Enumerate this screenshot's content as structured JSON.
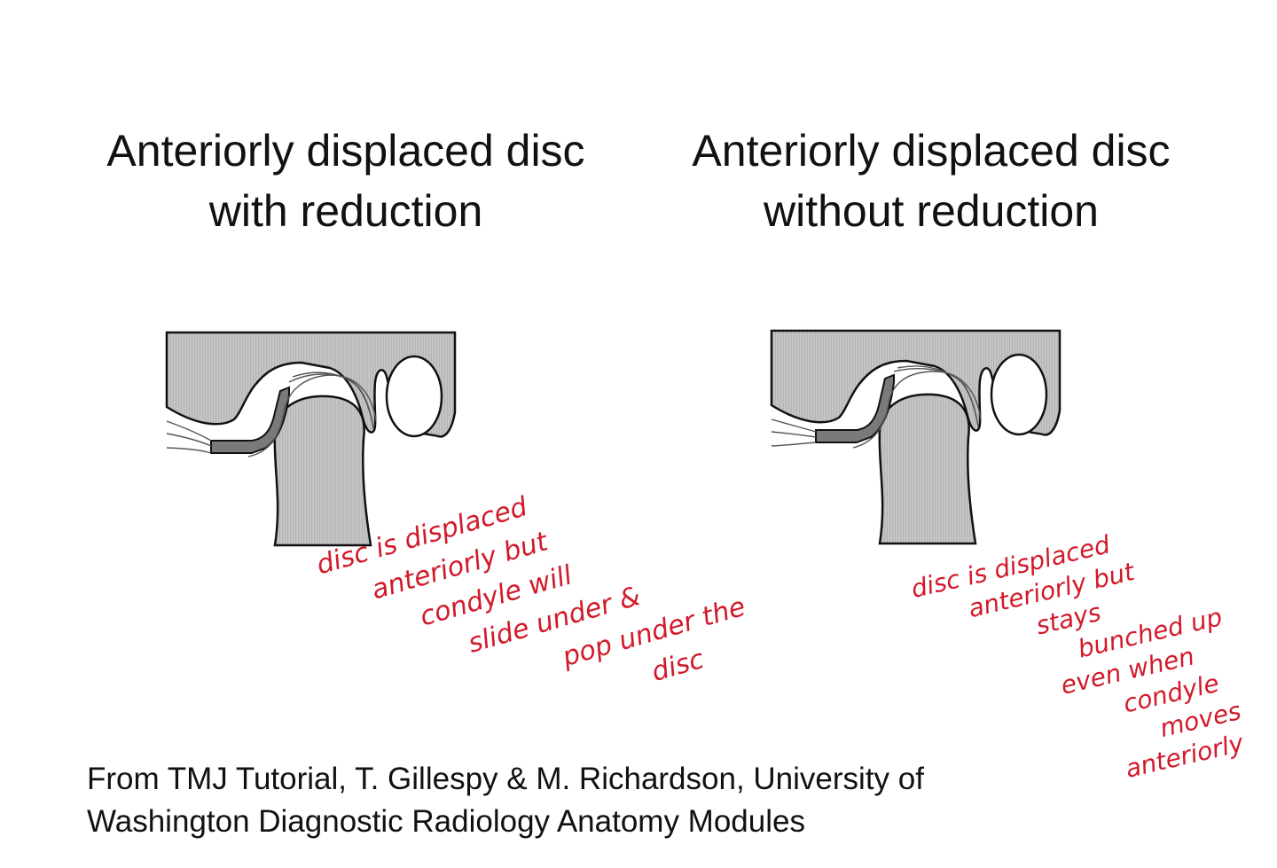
{
  "titles": {
    "left": {
      "line1": "Anteriorly displaced disc",
      "line2": "with reduction"
    },
    "right": {
      "line1": "Anteriorly displaced disc",
      "line2": "without reduction"
    }
  },
  "annotations": {
    "left": [
      "disc is displaced",
      "anteriorly but",
      "condyle will",
      "slide under &",
      "pop under the",
      "disc"
    ],
    "right": [
      "disc is displaced",
      "anteriorly but",
      "stays",
      "bunched up",
      "even when",
      "condyle",
      "moves",
      "anteriorly"
    ]
  },
  "caption": {
    "line1": "From TMJ Tutorial, T. Gillespy & M. Richardson, University of",
    "line2": "Washington Diagnostic Radiology Anatomy Modules"
  },
  "colors": {
    "bone": "#bdbdbd",
    "disc": "#7a7a7a",
    "ink": "#d11a2a",
    "outline": "#111111"
  }
}
